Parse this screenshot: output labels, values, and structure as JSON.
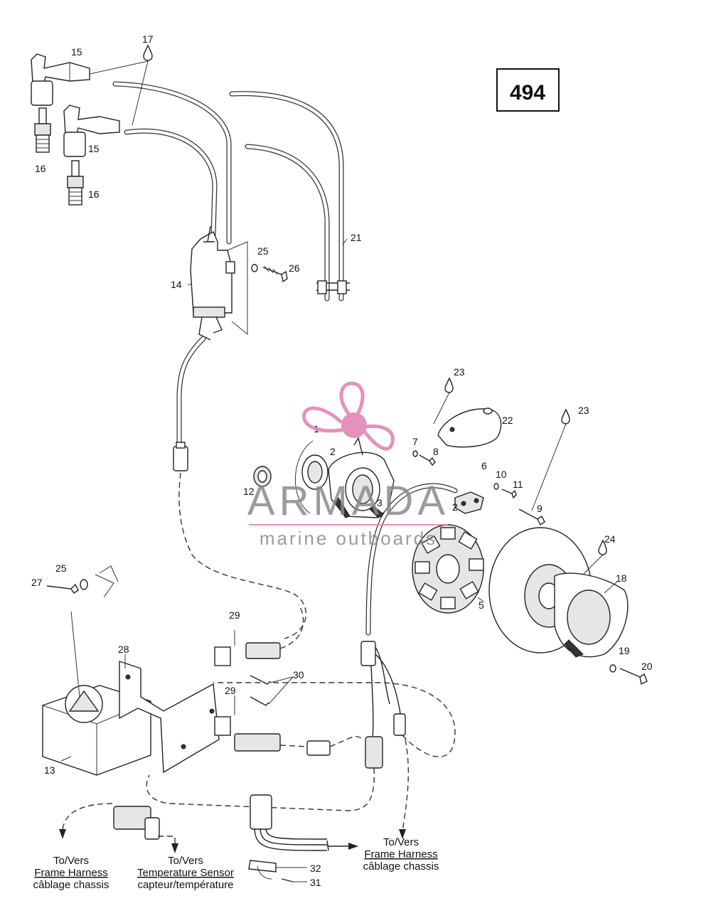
{
  "diagram_number": "494",
  "part_labels": [
    {
      "n": "1"
    },
    {
      "n": "2"
    },
    {
      "n": "2"
    },
    {
      "n": "3"
    },
    {
      "n": "5"
    },
    {
      "n": "6"
    },
    {
      "n": "7"
    },
    {
      "n": "8"
    },
    {
      "n": "9"
    },
    {
      "n": "10"
    },
    {
      "n": "11"
    },
    {
      "n": "12"
    },
    {
      "n": "13"
    },
    {
      "n": "14"
    },
    {
      "n": "15"
    },
    {
      "n": "15"
    },
    {
      "n": "16"
    },
    {
      "n": "16"
    },
    {
      "n": "17"
    },
    {
      "n": "18"
    },
    {
      "n": "19"
    },
    {
      "n": "20"
    },
    {
      "n": "21"
    },
    {
      "n": "22"
    },
    {
      "n": "23"
    },
    {
      "n": "23"
    },
    {
      "n": "24"
    },
    {
      "n": "25"
    },
    {
      "n": "25"
    },
    {
      "n": "26"
    },
    {
      "n": "27"
    },
    {
      "n": "28"
    },
    {
      "n": "29"
    },
    {
      "n": "29"
    },
    {
      "n": "30"
    },
    {
      "n": "31"
    },
    {
      "n": "32"
    }
  ],
  "references": [
    {
      "line1": "To/Vers",
      "line2": "Frame Harness",
      "line3": "câblage chassis"
    },
    {
      "line1": "To/Vers",
      "line2": "Temperature Sensor",
      "line3": "capteur/température"
    },
    {
      "line1": "To/Vers",
      "line2": "Frame Harness",
      "line3": "câblage chassis"
    }
  ],
  "watermark": {
    "brand": "ARMADA",
    "tagline": "marine outboards",
    "brand_color": "#8a8a8a",
    "accent_color": "#e07fb0"
  }
}
